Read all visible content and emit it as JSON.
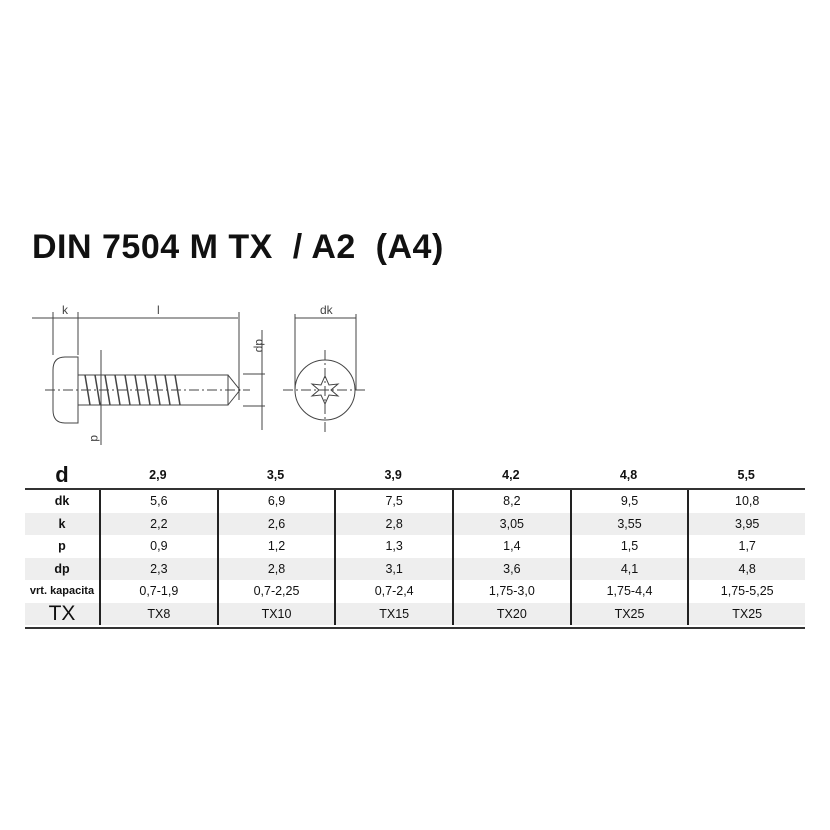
{
  "title": "DIN 7504 M TX  / A2  (A4)",
  "drawing": {
    "labels": {
      "k": "k",
      "l": "l",
      "dk": "dk",
      "dp": "dp",
      "d": "d"
    }
  },
  "table": {
    "header": {
      "label": "d",
      "values": [
        "2,9",
        "3,5",
        "3,9",
        "4,2",
        "4,8",
        "5,5"
      ]
    },
    "rows": [
      {
        "label": "dk",
        "values": [
          "5,6",
          "6,9",
          "7,5",
          "8,2",
          "9,5",
          "10,8"
        ]
      },
      {
        "label": "k",
        "values": [
          "2,2",
          "2,6",
          "2,8",
          "3,05",
          "3,55",
          "3,95"
        ]
      },
      {
        "label": "p",
        "values": [
          "0,9",
          "1,2",
          "1,3",
          "1,4",
          "1,5",
          "1,7"
        ]
      },
      {
        "label": "dp",
        "values": [
          "2,3",
          "2,8",
          "3,1",
          "3,6",
          "4,1",
          "4,8"
        ]
      },
      {
        "label": "vrt. kapacita",
        "values": [
          "0,7-1,9",
          "0,7-2,25",
          "0,7-2,4",
          "1,75-3,0",
          "1,75-4,4",
          "1,75-5,25"
        ]
      },
      {
        "label": "TX",
        "values": [
          "TX8",
          "TX10",
          "TX15",
          "TX20",
          "TX25",
          "TX25"
        ]
      }
    ]
  }
}
